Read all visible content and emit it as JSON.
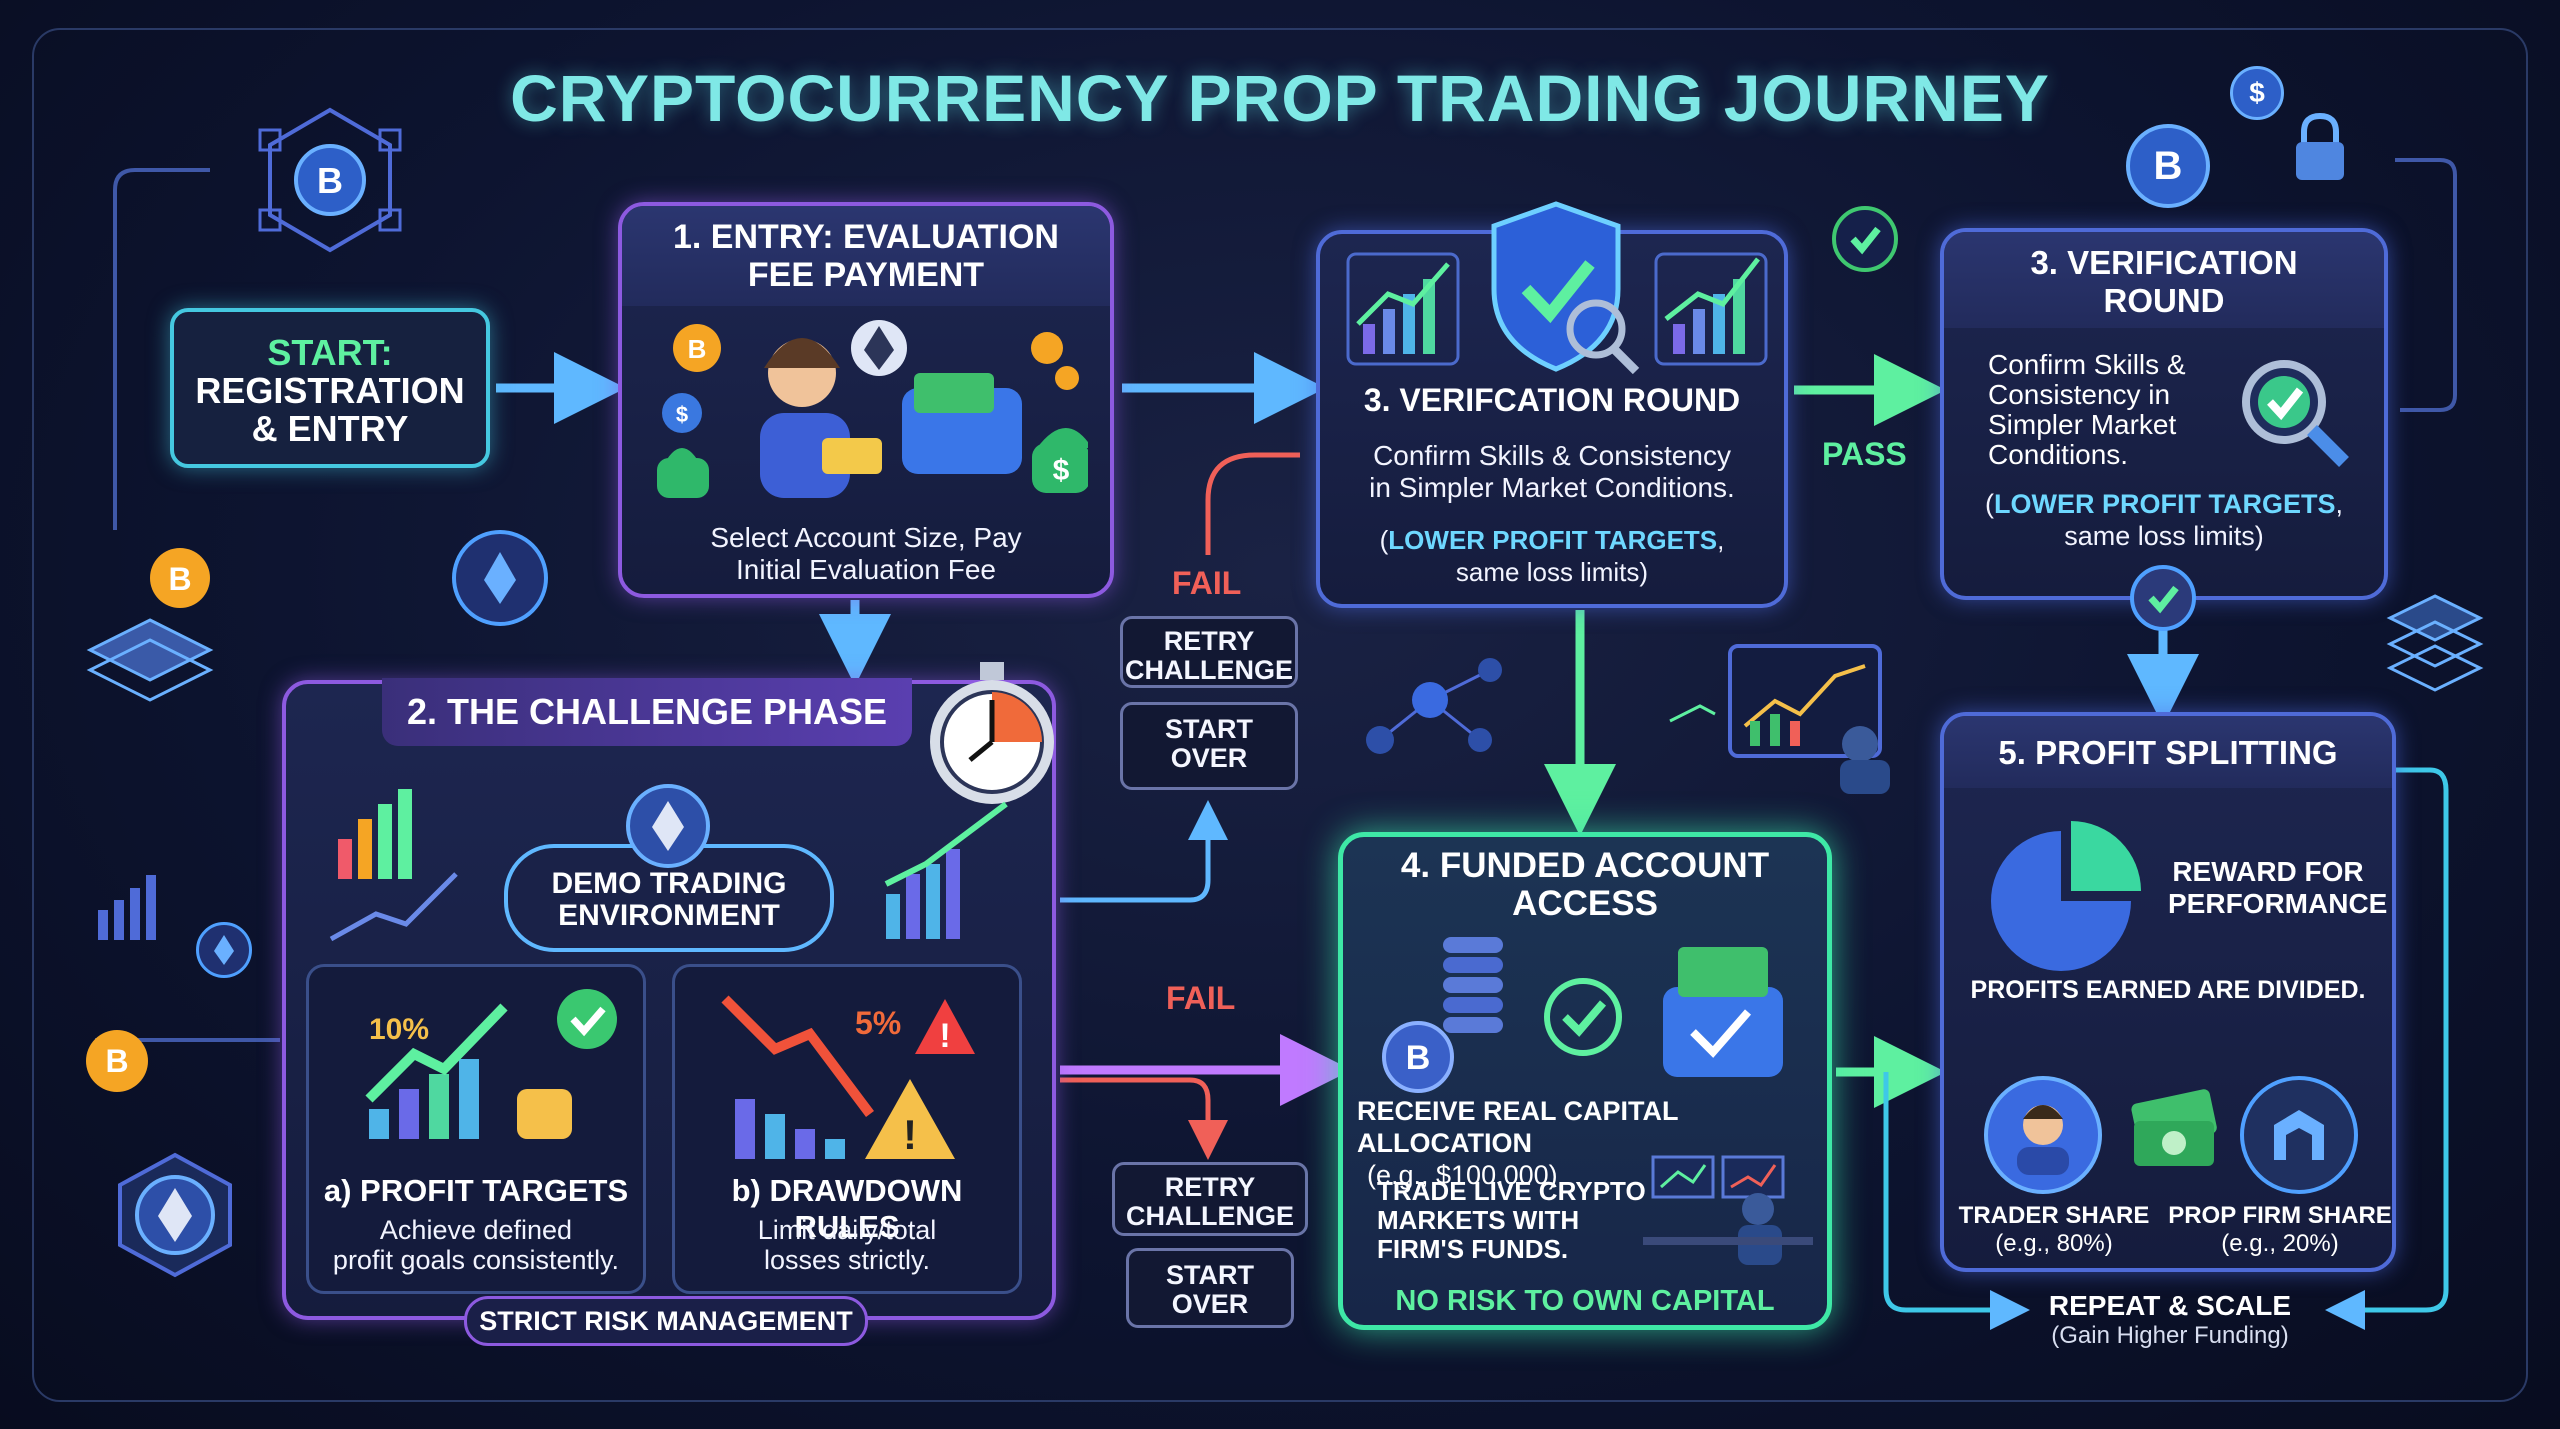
{
  "title": "CRYPTOCURRENCY PROP TRADING JOURNEY",
  "start": {
    "line1": "START:",
    "line2": "REGISTRATION",
    "line3": "& ENTRY"
  },
  "entry": {
    "heading1": "1. ENTRY: EVALUATION",
    "heading2": "FEE PAYMENT",
    "desc1": "Select Account Size, Pay",
    "desc2": "Initial Evaluation Fee"
  },
  "challenge": {
    "heading": "2. THE CHALLENGE PHASE",
    "demo1": "DEMO TRADING",
    "demo2": "ENVIRONMENT",
    "profit_pct": "10%",
    "drawdown_pct": "5%",
    "profit_title": "a) PROFIT TARGETS",
    "profit_desc1": "Achieve defined",
    "profit_desc2": "profit goals consistently.",
    "drawdown_title": "b) DRAWDOWN RULES",
    "drawdown_desc1": "Limit daily/total",
    "drawdown_desc2": "losses strictly.",
    "footer": "STRICT RISK MANAGEMENT"
  },
  "verification_mid": {
    "heading": "3. VERIFCATION ROUND",
    "desc1": "Confirm Skills & Consistency",
    "desc2": "in Simpler Market Conditions.",
    "note_hl": "LOWER PROFIT TARGETS",
    "note_open": "(",
    "note_close": ",",
    "note2": "same loss limits)"
  },
  "verification_right": {
    "heading1": "3. VERIFICATION",
    "heading2": "ROUND",
    "desc1": "Confirm Skills &",
    "desc2": "Consistency in",
    "desc3": "Simpler Market",
    "desc4": "Conditions.",
    "note_hl": "LOWER PROFIT TARGETS",
    "note_open": "(",
    "note_close": ",",
    "note2": "same loss limits)"
  },
  "labels": {
    "pass": "PASS",
    "fail_top": "FAIL",
    "fail_bottom": "FAIL",
    "retry1": "RETRY CHALLENGE",
    "startover1": "START OVER",
    "retry2": "RETRY CHALLENGE",
    "startover2": "START OVER"
  },
  "funded": {
    "heading1": "4. FUNDED ACCOUNT",
    "heading2": "ACCESS",
    "desc1": "RECEIVE REAL CAPITAL ALLOCATION",
    "desc2": "(e.g., $100,000)",
    "trade1": "TRADE LIVE CRYPTO",
    "trade2": "MARKETS WITH",
    "trade3": "FIRM'S FUNDS.",
    "norisk": "NO RISK TO OWN CAPITAL"
  },
  "profit_split": {
    "heading": "5. PROFIT SPLITTING",
    "reward1": "REWARD FOR",
    "reward2": "PERFORMANCE",
    "divided": "PROFITS EARNED ARE DIVIDED.",
    "trader": "TRADER SHARE",
    "trader_pct": "(e.g., 80%)",
    "firm": "PROP FIRM SHARE",
    "firm_pct": "(e.g., 20%)"
  },
  "repeat": {
    "line1": "REPEAT & SCALE",
    "line2": "(Gain Higher Funding)"
  },
  "colors": {
    "accent_cyan": "#7fe8e6",
    "pass_green": "#5ef0a0",
    "fail_red": "#f06058",
    "blue": "#4f6bd8",
    "purple": "#8d5ae0"
  }
}
